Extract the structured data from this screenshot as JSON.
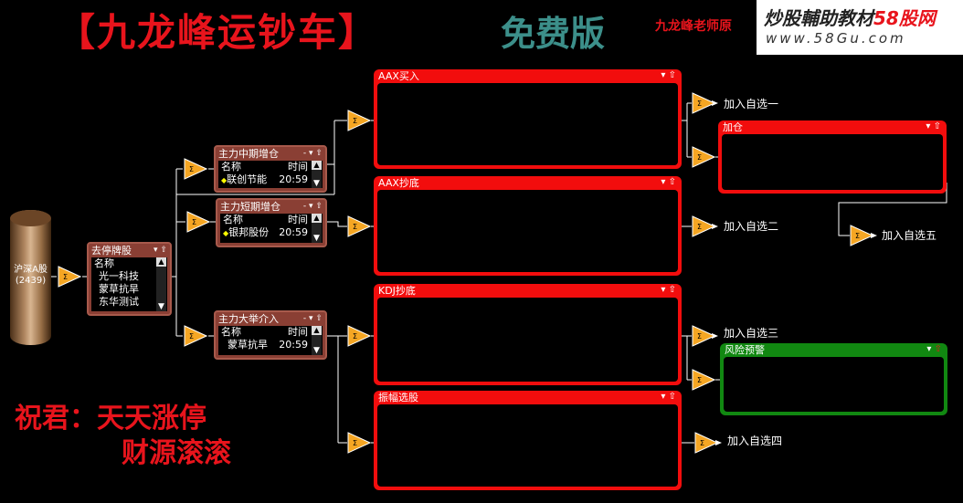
{
  "header": {
    "title": "【九龙峰运钞车】",
    "edition": "免费版",
    "author": "九龙峰老师原"
  },
  "watermark": {
    "line1_prefix": "炒股輔助教材",
    "line1_site": "58股网",
    "line2": "www.58Gu.com"
  },
  "blessing": {
    "line1": "祝君：天天涨停",
    "line2": "财源滚滚"
  },
  "source": {
    "label_line1": "沪深A股",
    "label_line2": "(2439)"
  },
  "controls": {
    "dropdown": "▾",
    "pin": "⇧",
    "minimize": "-",
    "scroll_up": "▲",
    "scroll_down": "▼",
    "bullet": "◆"
  },
  "filters": {
    "remove_limit": {
      "title": "去停牌股",
      "header_name": "名称",
      "rows": [
        "光一科技",
        "蒙草抗旱",
        "东华测试"
      ]
    },
    "mid_term": {
      "title": "主力中期增仓",
      "header_name": "名称",
      "header_time": "时间",
      "rows": [
        {
          "name": "联创节能",
          "time": "20:59"
        }
      ]
    },
    "short_term": {
      "title": "主力短期增仓",
      "header_name": "名称",
      "header_time": "时间",
      "rows": [
        {
          "name": "银邦股份",
          "time": "20:59"
        }
      ]
    },
    "big_move": {
      "title": "主力大举介入",
      "header_name": "名称",
      "header_time": "时间",
      "rows": [
        {
          "name": "蒙草抗旱",
          "time": "20:59"
        }
      ]
    }
  },
  "result_panels": {
    "aax_buy": {
      "title": "AAX买入",
      "color": "#f20d0d"
    },
    "aax_bottom": {
      "title": "AAX抄底",
      "color": "#f20d0d"
    },
    "kdj_bottom": {
      "title": "KDJ抄底",
      "color": "#f20d0d"
    },
    "amplitude": {
      "title": "振幅选股",
      "color": "#f20d0d"
    },
    "add_position": {
      "title": "加仓",
      "color": "#f20d0d"
    },
    "risk_warning": {
      "title": "风险预警",
      "color": "#118811"
    }
  },
  "outputs": {
    "watch1": "加入自选一",
    "watch2": "加入自选二",
    "watch3": "加入自选三",
    "watch4": "加入自选四",
    "watch5": "加入自选五"
  },
  "colors": {
    "title_red": "#e8141c",
    "edition_teal": "#3c8f8a",
    "filter_panel": "#8a3f34",
    "gate_fill": "#f5a623",
    "wire": "#ffffff"
  }
}
